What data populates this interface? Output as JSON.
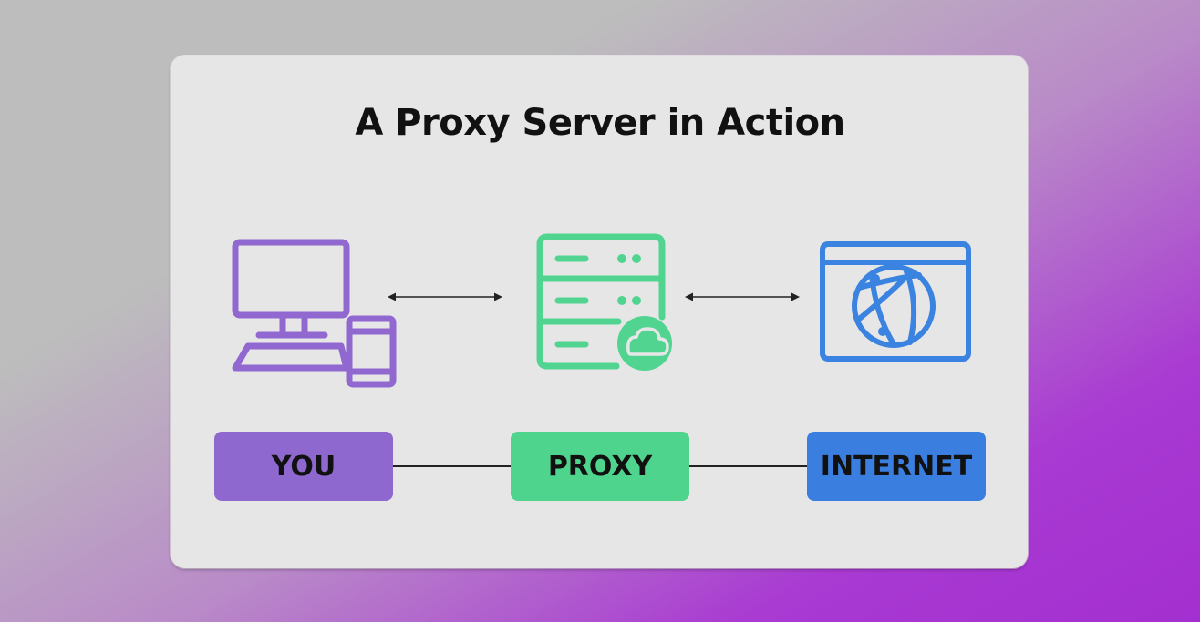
{
  "title": "A Proxy Server in Action",
  "nodes": [
    {
      "label": "YOU",
      "icon": "computer-and-phone-icon",
      "color": "#8f68cf"
    },
    {
      "label": "PROXY",
      "icon": "server-cloud-icon",
      "color": "#4fd48d"
    },
    {
      "label": "INTERNET",
      "icon": "browser-globe-icon",
      "color": "#3a7fe0"
    }
  ],
  "colors": {
    "card": "#e6e6e6",
    "icon_you": "#9068d0",
    "icon_proxy": "#52d491",
    "icon_internet": "#3a83e0",
    "arrows": "#222222"
  }
}
